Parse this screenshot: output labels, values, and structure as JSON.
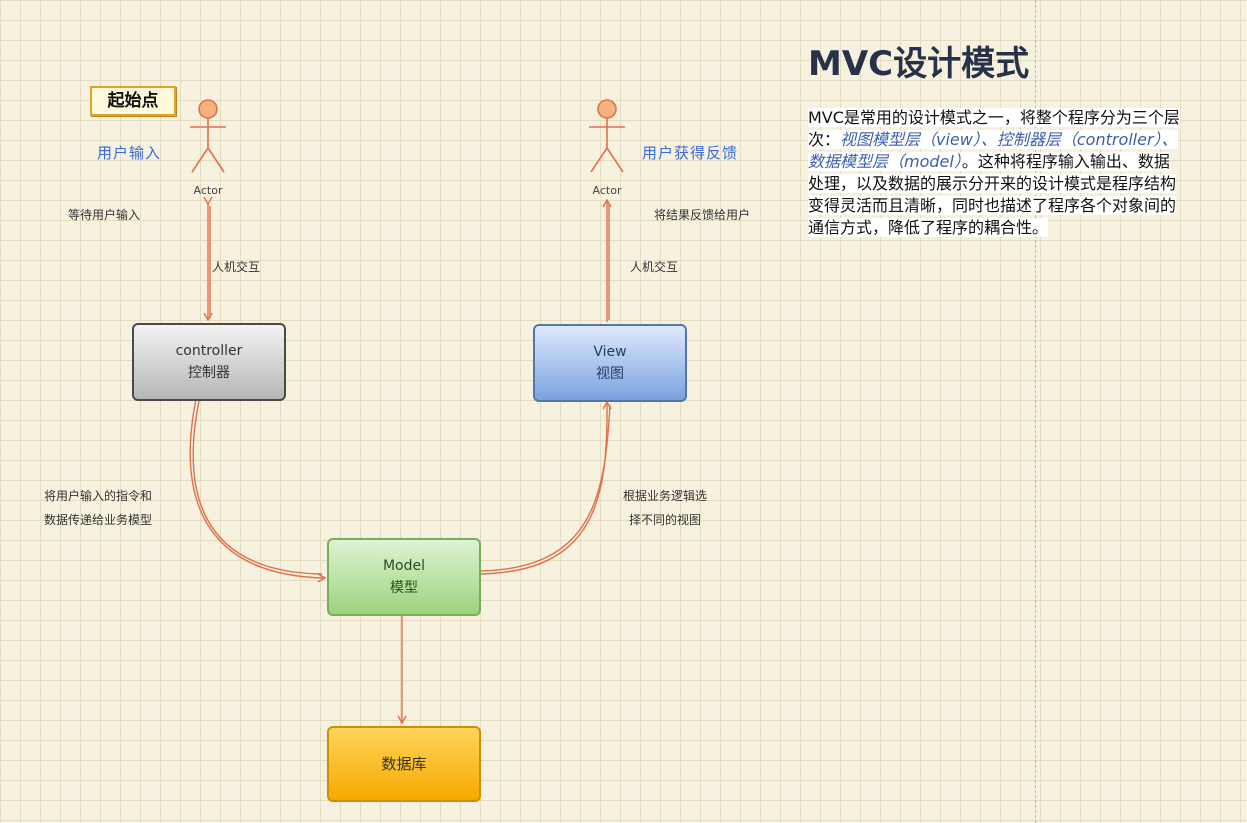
{
  "start_badge": "起始点",
  "actors": {
    "left": {
      "name": "Actor",
      "label": "用户输入",
      "note": "等待用户输入",
      "edge_label": "人机交互"
    },
    "right": {
      "name": "Actor",
      "label": "用户获得反馈",
      "note": "将结果反馈给用户",
      "edge_label": "人机交互"
    }
  },
  "nodes": {
    "controller": {
      "line1": "controller",
      "line2": "控制器"
    },
    "view": {
      "line1": "View",
      "line2": "视图"
    },
    "model": {
      "line1": "Model",
      "line2": "模型"
    },
    "database": {
      "label": "数据库"
    }
  },
  "edges": {
    "controller_to_model": {
      "line1": "将用户输入的指令和",
      "line2": "数据传递给业务模型"
    },
    "model_to_view": {
      "line1": "根据业务逻辑选",
      "line2": "择不同的视图"
    }
  },
  "title": "MVC设计模式",
  "description": {
    "p1": "MVC是常用的设计模式之一，将整个程序分为三个层次：",
    "h1": "视图模型层（view）、控制器层（controller）、数据模型层（model）",
    "p2": "。这种将程序输入输出、数据处理，以及数据的展示分开来的设计模式是程序结构变得灵活而且清晰，同时也描述了程序各个对象间的通信方式，降低了程序的耦合性。"
  },
  "colors": {
    "arrow": "#e0714d",
    "actor": "#e0714d",
    "controller": "#b6b6b6",
    "view": "#7aa2e0",
    "model": "#9bd37c",
    "database": "#f7a900",
    "label_blue": "#3b6bd6"
  }
}
